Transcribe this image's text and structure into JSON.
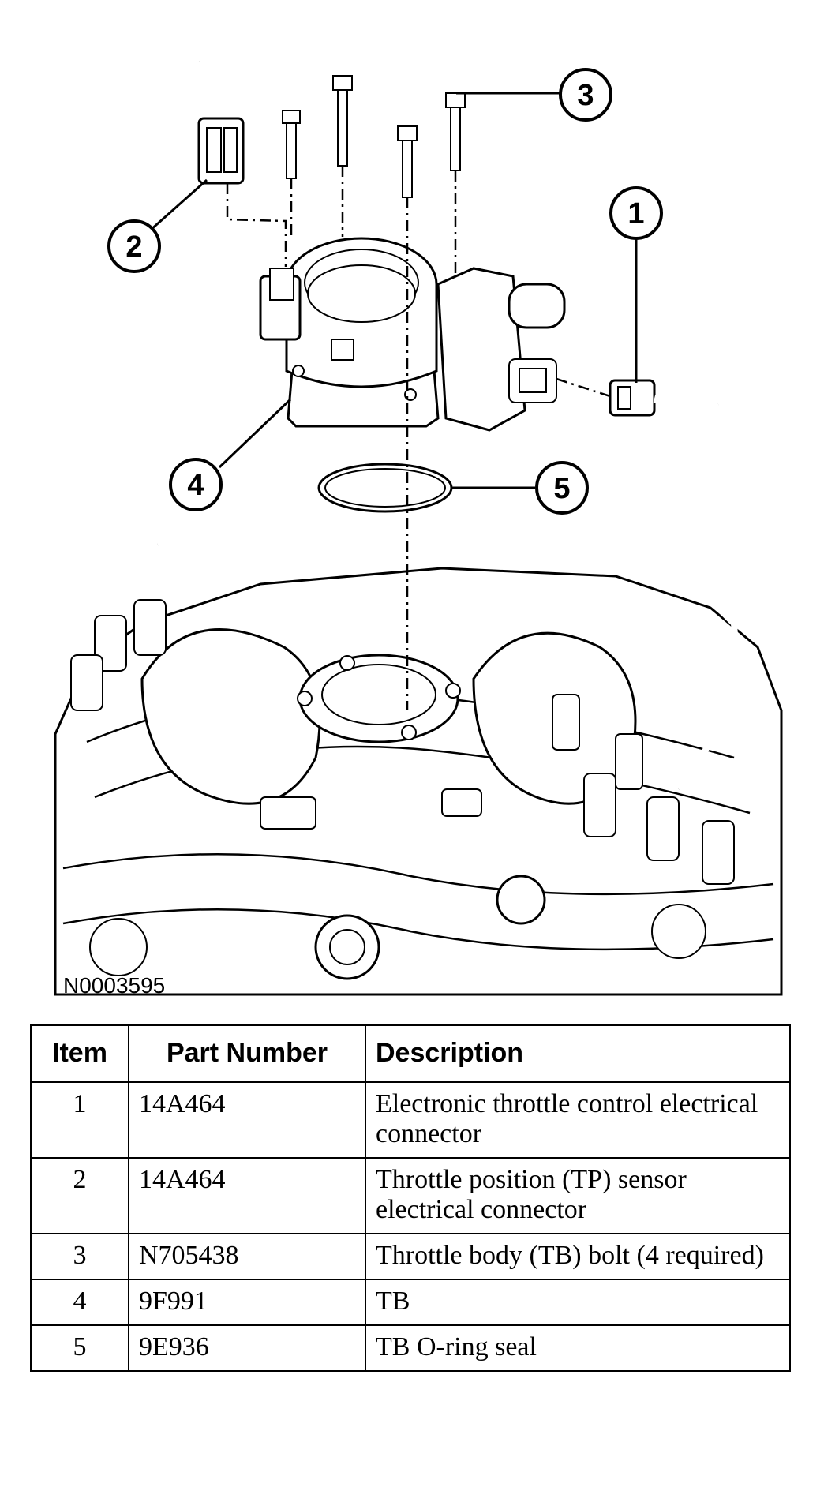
{
  "figure_id": "N0003595",
  "callouts": [
    {
      "number": "1"
    },
    {
      "number": "2"
    },
    {
      "number": "3"
    },
    {
      "number": "4"
    },
    {
      "number": "5"
    }
  ],
  "table": {
    "headers": {
      "item": "Item",
      "part_number": "Part Number",
      "description": "Description"
    },
    "rows": [
      {
        "item": "1",
        "part_number": "14A464",
        "description": "Electronic throttle control electrical connector"
      },
      {
        "item": "2",
        "part_number": "14A464",
        "description": "Throttle position (TP) sensor electrical connector"
      },
      {
        "item": "3",
        "part_number": "N705438",
        "description": "Throttle body (TB) bolt (4 required)"
      },
      {
        "item": "4",
        "part_number": "9F991",
        "description": "TB"
      },
      {
        "item": "5",
        "part_number": "9E936",
        "description": "TB O-ring seal"
      }
    ]
  }
}
